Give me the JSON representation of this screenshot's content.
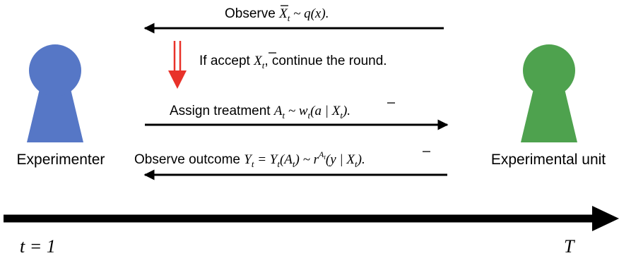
{
  "actors": {
    "experimenter": {
      "label": "Experimenter",
      "color": "#5677c6"
    },
    "unit": {
      "label": "Experimental unit",
      "color": "#4ea24e"
    }
  },
  "steps": {
    "observe": {
      "prefix": "Observe ",
      "x": "X",
      "sub": "t",
      "dist": " ~ q(x)."
    },
    "accept": {
      "prefix": "If accept ",
      "x": "X",
      "sub": "t",
      "suffix": ", continue the round."
    },
    "assign": {
      "prefix": "Assign treatment ",
      "a": "A",
      "a_sub": "t",
      "mid": " ~ w",
      "w_sub": "t",
      "arg_open": "(a | ",
      "x": "X",
      "x_sub": "t",
      "arg_close": ")."
    },
    "outcome": {
      "prefix": "Observe outcome ",
      "y": "Y",
      "y_sub": "t",
      "eq": " = Y",
      "y2_sub": "t",
      "paren": "(A",
      "a_sub": "t",
      "rest": ") ~ r",
      "sup": "A",
      "sup_sub": "t",
      "arg_open": "(y | ",
      "x": "X",
      "x_sub": "t",
      "arg_close": ")."
    }
  },
  "timeline": {
    "start_label": "t = 1",
    "end_label": "T"
  },
  "colors": {
    "arrow": "#000000",
    "accept_arrow": "#e8322a"
  }
}
